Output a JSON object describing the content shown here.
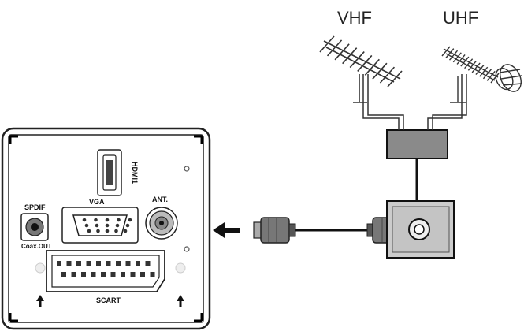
{
  "antennas": {
    "vhf_label": "VHF",
    "uhf_label": "UHF"
  },
  "tv_panel": {
    "hdmi_label": "HDMI1",
    "vga_label": "VGA",
    "ant_label": "ANT.",
    "spdif_label": "SPDIF",
    "coax_out_label": "Coax.OUT",
    "scart_label": "SCART"
  },
  "icons": {
    "arrow": "arrow-left",
    "up_arrows": "arrow-up"
  }
}
